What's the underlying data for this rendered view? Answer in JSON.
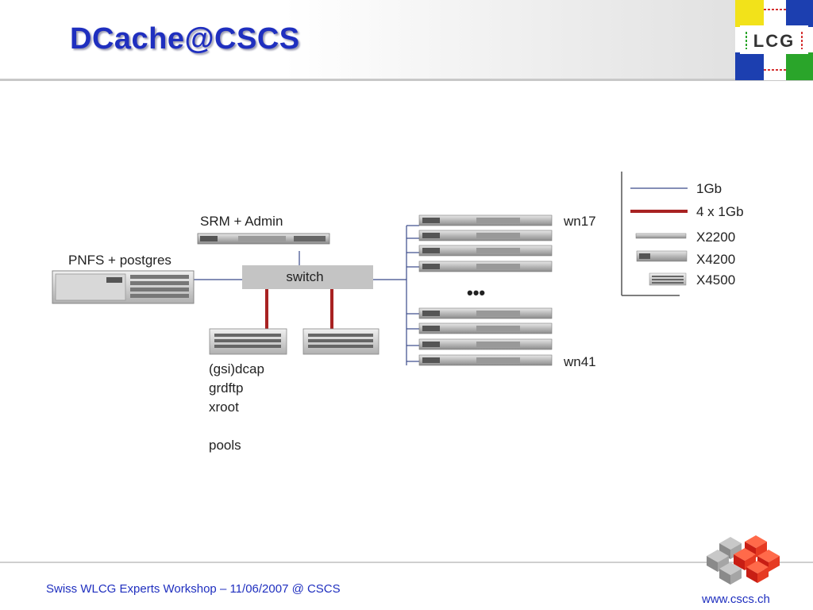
{
  "slide": {
    "title": "DCache@CSCS",
    "logo_text": "LCG",
    "footer": "Swiss WLCG Experts Workshop – 11/06/2007 @ CSCS",
    "url": "www.cscs.ch"
  },
  "diagram": {
    "pnfs_label": "PNFS + postgres",
    "srm_label": "SRM + Admin",
    "switch_label": "switch",
    "wn_first": "wn17",
    "wn_last": "wn41",
    "ellipsis": "•••",
    "pool_services": [
      "(gsi)dcap",
      "grdftp",
      "xroot",
      "",
      "pools"
    ]
  },
  "legend": {
    "items": [
      {
        "label": "1Gb",
        "kind": "thin-line"
      },
      {
        "label": "4 x 1Gb",
        "kind": "thick-line"
      },
      {
        "label": "X2200",
        "kind": "server-1u"
      },
      {
        "label": "X4200",
        "kind": "server-2u"
      },
      {
        "label": "X4500",
        "kind": "server-4u"
      }
    ]
  },
  "colors": {
    "title": "#1f2fbf",
    "thin_link": "#3a4a8a",
    "thick_link": "#a82222",
    "switch_fill": "#c4c4c4"
  }
}
